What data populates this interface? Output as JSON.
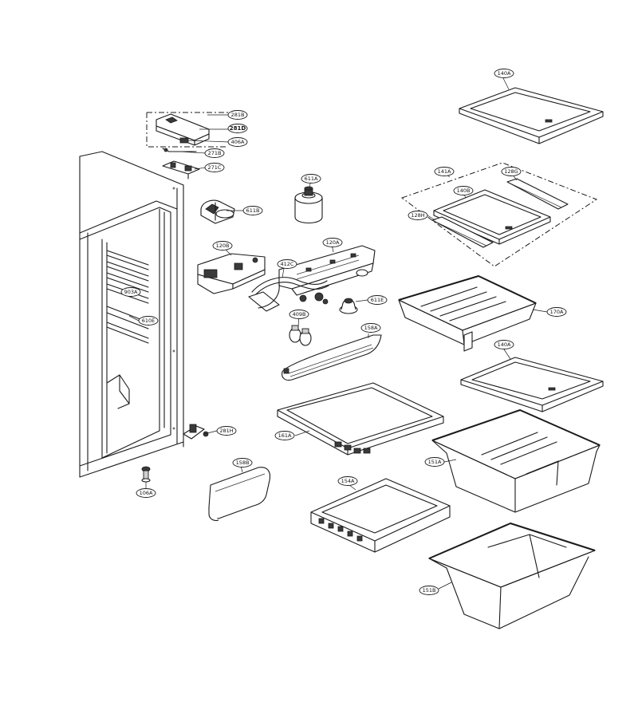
{
  "diagram": {
    "labels": {
      "p140a_top": "140A",
      "p281b": "281B",
      "p281d": "281D",
      "p406a": "406A",
      "p271b": "271B",
      "p271c": "271C",
      "p611a": "611A",
      "p611b": "611B",
      "p141a": "141A",
      "p128g": "128G",
      "p140b": "140B",
      "p128h": "128H",
      "p120b": "120B",
      "p120a": "120A",
      "p412c": "412C",
      "p903a": "903A",
      "p611e": "611E",
      "p610e": "610E",
      "p409b": "409B",
      "p170a": "170A",
      "p158a": "158A",
      "p140a_mid": "140A",
      "p161a": "161A",
      "p281h": "281H",
      "p151a": "151A",
      "p158b": "158B",
      "p106a": "106A",
      "p154a": "154A",
      "p151b": "151B"
    }
  }
}
